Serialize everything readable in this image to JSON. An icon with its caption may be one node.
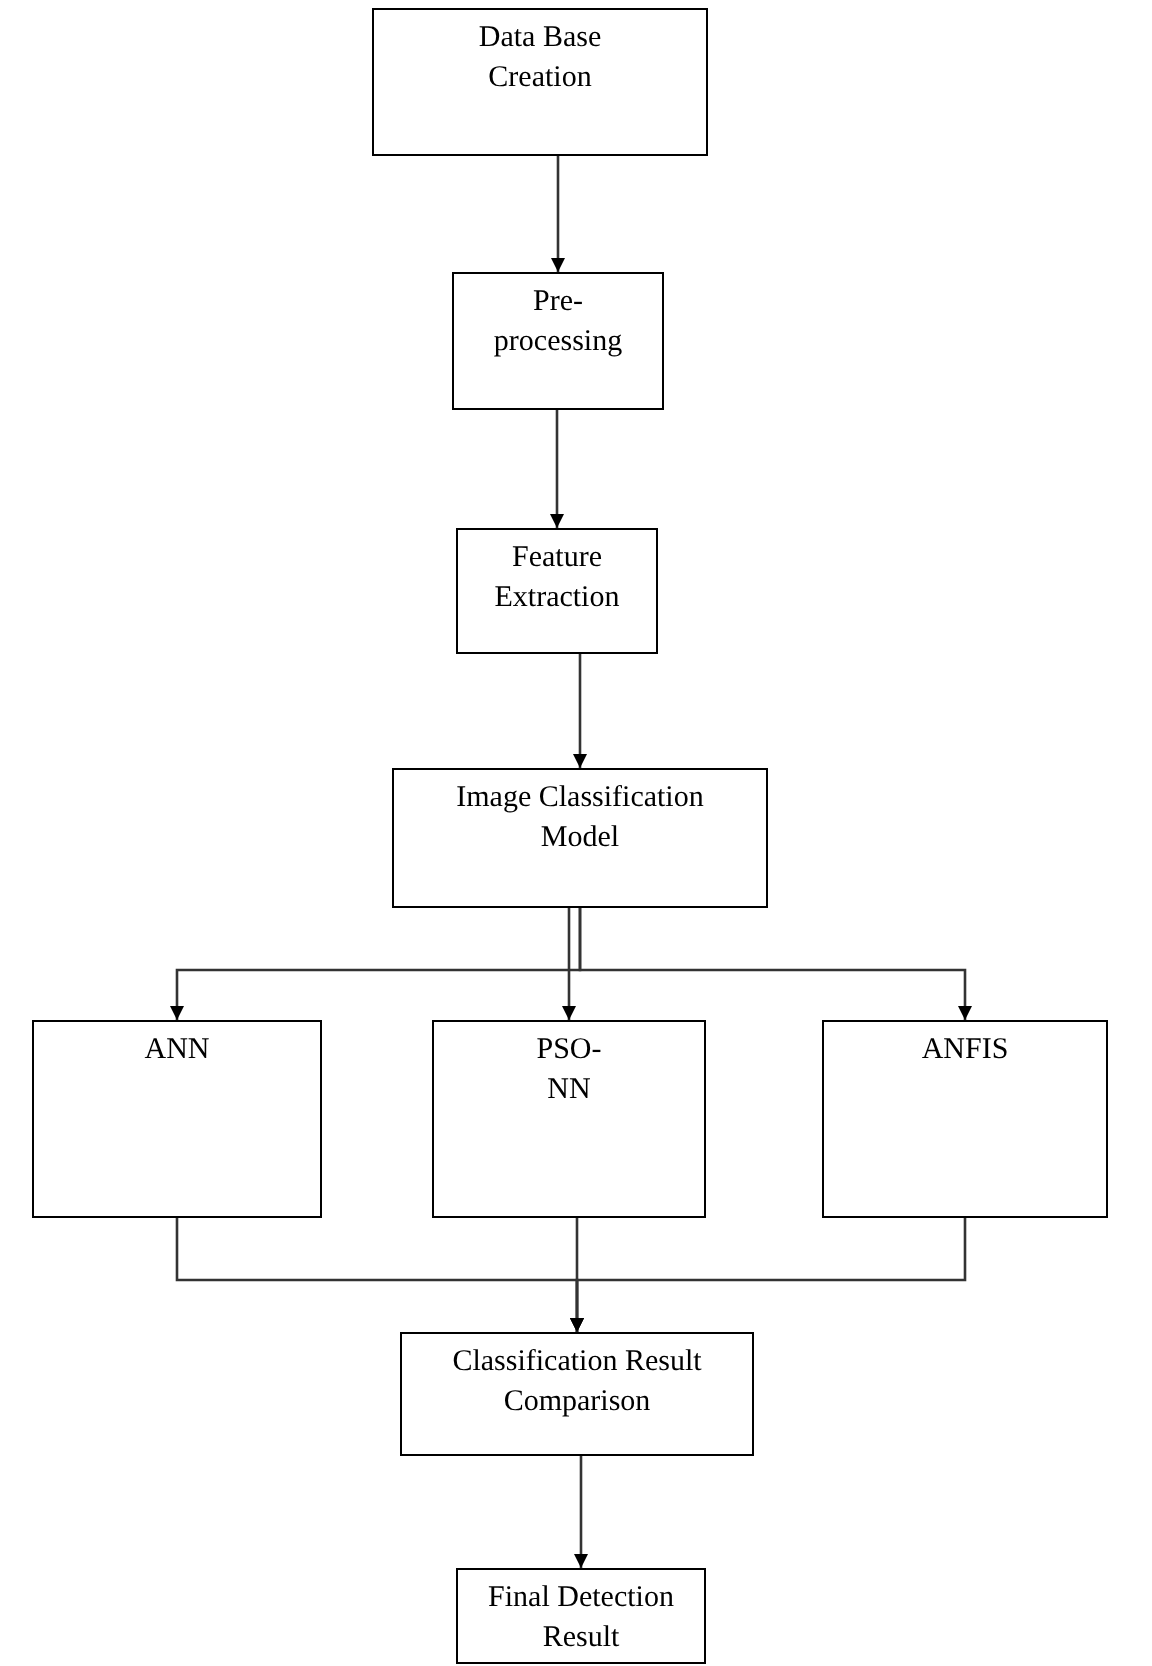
{
  "diagram": {
    "nodes": [
      {
        "text": [
          "Data Base Creation"
        ]
      },
      {
        "text": [
          "Pre- processing"
        ]
      },
      {
        "text": [
          "Feature Extraction"
        ]
      },
      {
        "text": [
          "Image Classification Model"
        ]
      },
      {
        "text": [
          "ANN"
        ]
      },
      {
        "text": [
          "PSO- NN"
        ]
      },
      {
        "text": [
          "ANFIS"
        ]
      },
      {
        "text": [
          "Classification Result Comparison"
        ]
      },
      {
        "text": [
          "Final Detection Result"
        ]
      }
    ],
    "edges": [
      {
        "from": 0,
        "to": 1,
        "arrow": "to"
      },
      {
        "from": 1,
        "to": 2,
        "arrow": "to"
      },
      {
        "from": 2,
        "to": 3,
        "arrow": "to"
      },
      {
        "from": 3,
        "to": 4,
        "arrow": "to"
      },
      {
        "from": 3,
        "to": 5,
        "arrow": "to"
      },
      {
        "from": 3,
        "to": 6,
        "arrow": "to"
      },
      {
        "from": 4,
        "to": 7,
        "arrow": "to"
      },
      {
        "from": 5,
        "to": 7,
        "arrow": "to"
      },
      {
        "from": 6,
        "to": 7,
        "arrow": "to"
      },
      {
        "from": 7,
        "to": 8,
        "arrow": "to"
      }
    ]
  }
}
